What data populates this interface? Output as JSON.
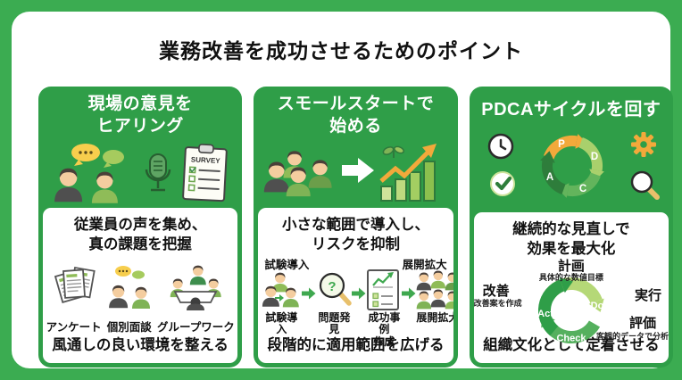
{
  "title": "業務改善を成功させるためのポイント",
  "colors": {
    "frame_green": "#3BAC51",
    "card_green": "#2F9E48",
    "dark_green": "#2E7D3B",
    "mid_green": "#55B05E",
    "light_green": "#B5D877",
    "accent_orange": "#F2A93B",
    "bubble_yellow": "#F7CE4D",
    "text_black": "#111111",
    "white": "#FFFFFF"
  },
  "cards": [
    {
      "header_lines": [
        "現場の意見を",
        "ヒアリング"
      ],
      "header_icons": [
        "speech-people-icon",
        "microphone-icon",
        "survey-clipboard-icon"
      ],
      "survey_label": "SURVEY",
      "subtitle_lines": [
        "従業員の声を集め、",
        "真の課題を把握"
      ],
      "items": [
        {
          "label": "アンケート",
          "icon": "papers-icon"
        },
        {
          "label": "個別面談",
          "icon": "interview-icon"
        },
        {
          "label": "グループワーク",
          "icon": "groupwork-icon"
        }
      ],
      "footer": "風通しの良い環境を整える"
    },
    {
      "header_lines": [
        "スモールスタートで",
        "始める"
      ],
      "header_icons": [
        "team-icon",
        "arrow-right-icon",
        "growth-chart-icon"
      ],
      "subtitle_lines": [
        "小さな範囲で導入し、",
        "リスクを抑制"
      ],
      "top_labels": [
        "試験導入",
        "展開拡大"
      ],
      "steps": [
        {
          "label": "試験導入",
          "icon": "small-team-icon"
        },
        {
          "label": "問題発見",
          "icon": "magnifier-question-icon",
          "glyph": "?"
        },
        {
          "label": "成功事例\n作成",
          "icon": "report-icon"
        },
        {
          "label": "展開拡大",
          "icon": "large-team-icon"
        }
      ],
      "footer": "段階的に適用範囲を広げる"
    },
    {
      "header": "PDCAサイクルを回す",
      "header_icons": [
        "clock-icon",
        "checkmark-icon",
        "gear-icon",
        "magnifier-icon",
        "pdca-ring-icon"
      ],
      "pdca_letters": [
        "P",
        "D",
        "C",
        "A"
      ],
      "subtitle_lines": [
        "継続的な見直しで",
        "効果を最大化"
      ],
      "cycle": {
        "plan": {
          "title": "計画",
          "note": "具体的な数値目標"
        },
        "do": {
          "title": "実行",
          "arrow": "Do"
        },
        "check": {
          "title": "評価",
          "note": "客観的データで分析",
          "arrow": "Check"
        },
        "act": {
          "title": "改善",
          "note": "改善案を作成",
          "arrow": "Act"
        }
      },
      "footer": "組織文化として定着させる"
    }
  ]
}
